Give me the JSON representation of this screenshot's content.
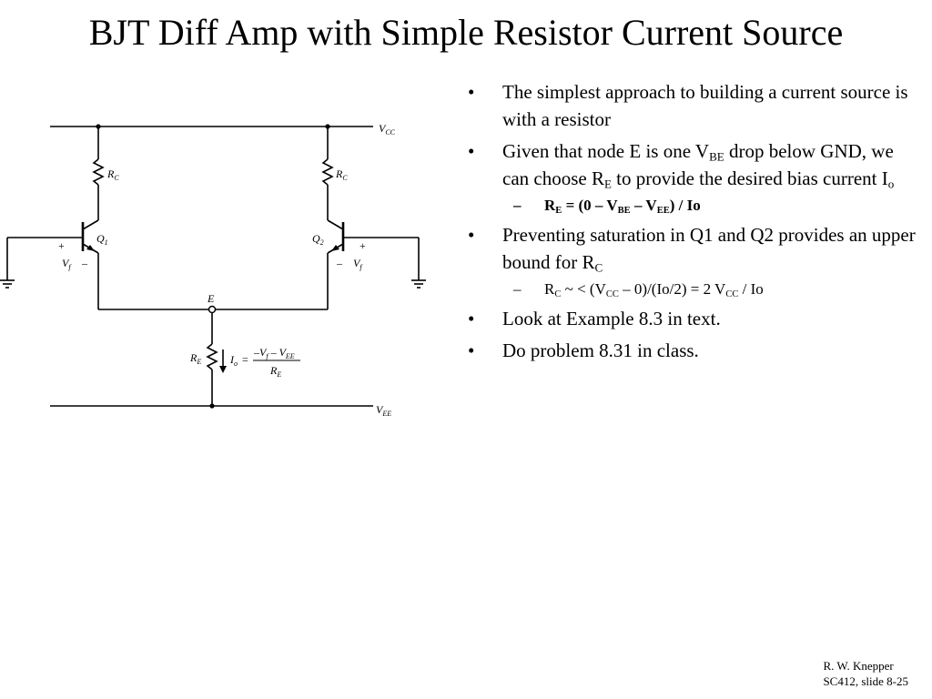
{
  "slide": {
    "title": "BJT Diff Amp with Simple Resistor Current Source"
  },
  "bullets": {
    "b1": {
      "text": "The simplest approach to building a current source is with a resistor"
    },
    "b2": {
      "t1": "Given that node E is one V",
      "t1_sub": "BE",
      "t2": " drop below GND, we can choose R",
      "t2_sub": "E",
      "t3": " to provide the desired bias current I",
      "t3_sub": "o"
    },
    "b2_sub": {
      "t1": "R",
      "t1_sub": "E",
      "t2": " = (0 – V",
      "t2_sub": "BE",
      "t3": " – V",
      "t3_sub": "EE",
      "t4": ") / Io"
    },
    "b3": {
      "t1": "Preventing saturation in Q1 and Q2 provides an upper bound for R",
      "t1_sub": "C"
    },
    "b3_sub": {
      "t1": "R",
      "t1_sub": "C",
      "t2": " ~ < (V",
      "t2_sub": "CC",
      "t3": " – 0)/(Io/2) = 2 V",
      "t3_sub": "CC",
      "t4": " / Io"
    },
    "b4": {
      "text": "Look at Example 8.3 in text."
    },
    "b5": {
      "text": "Do problem 8.31 in class."
    },
    "marks": {
      "bullet": "•",
      "dash": "–"
    }
  },
  "circuit": {
    "vcc": "V",
    "vcc_sub": "CC",
    "vee": "V",
    "vee_sub": "EE",
    "rc_left": "R",
    "rc_left_sub": "C",
    "rc_right": "R",
    "rc_right_sub": "C",
    "re": "R",
    "re_sub": "E",
    "q1": "Q",
    "q1_sub": "1",
    "q2": "Q",
    "q2_sub": "2",
    "node_e": "E",
    "plus_left": "+",
    "minus_left": "–",
    "vf_left": "V",
    "vf_left_sub": "f",
    "plus_right": "+",
    "minus_right": "–",
    "vf_right": "V",
    "vf_right_sub": "f",
    "io": "I",
    "io_sub": "o",
    "io_eq": "=",
    "io_num": "–V",
    "io_num_sub1": "f",
    "io_num_mid": " – V",
    "io_num_sub2": "EE",
    "io_den": "R",
    "io_den_sub": "E"
  },
  "footer": {
    "author": "R. W. Knepper",
    "slide_ref": "SC412, slide 8-25"
  }
}
